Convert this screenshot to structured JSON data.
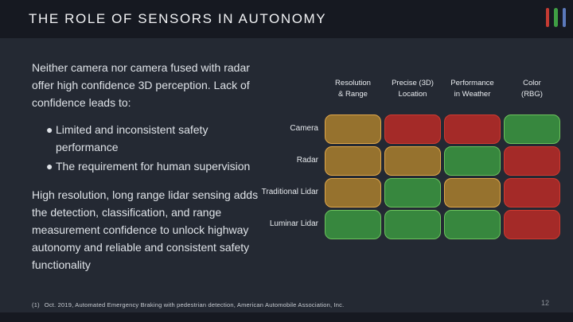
{
  "slide": {
    "title": "THE ROLE OF SENSORS IN AUTONOMY",
    "page_number": "12",
    "footnote_ref": "(1)",
    "footnote_text": "Oct. 2019, Automated Emergency Braking with pedestrian detection, American Automobile Association, Inc.",
    "logo_bar_colors": [
      "#c43b33",
      "#3f9e44",
      "#5b79bb"
    ],
    "background_color": "#242933",
    "band_color": "#161921"
  },
  "left_panel": {
    "intro": "Neither camera nor camera fused with radar offer high confidence 3D perception. Lack of confidence leads to:",
    "bullet_glyph": "●",
    "bullets": [
      "Limited and inconsistent safety performance",
      "The requirement for human supervision"
    ],
    "outro": "High resolution, long range lidar sensing adds the detection, classification, and range measurement confidence to unlock highway autonomy and reliable and consistent safety functionality"
  },
  "matrix": {
    "columns": [
      {
        "line1": "Resolution",
        "line2": "& Range"
      },
      {
        "line1": "Precise (3D)",
        "line2": "Location"
      },
      {
        "line1": "Performance",
        "line2": "in Weather"
      },
      {
        "line1": "Color",
        "line2": "(RBG)"
      }
    ],
    "rows": [
      {
        "label": "Camera",
        "ratings": [
          "medium",
          "poor",
          "poor",
          "good"
        ]
      },
      {
        "label": "Radar",
        "ratings": [
          "medium",
          "medium",
          "good",
          "poor"
        ]
      },
      {
        "label": "Traditional Lidar",
        "ratings": [
          "medium",
          "good",
          "medium",
          "poor"
        ]
      },
      {
        "label": "Luminar Lidar",
        "ratings": [
          "good",
          "good",
          "good",
          "poor"
        ]
      }
    ],
    "rating_colors": {
      "good": {
        "fill": "#37873e",
        "border": "#6cc25d"
      },
      "medium": {
        "fill": "#96722e",
        "border": "#e0a74a"
      },
      "poor": {
        "fill": "#a42a28",
        "border": "#cf3a30"
      }
    }
  }
}
